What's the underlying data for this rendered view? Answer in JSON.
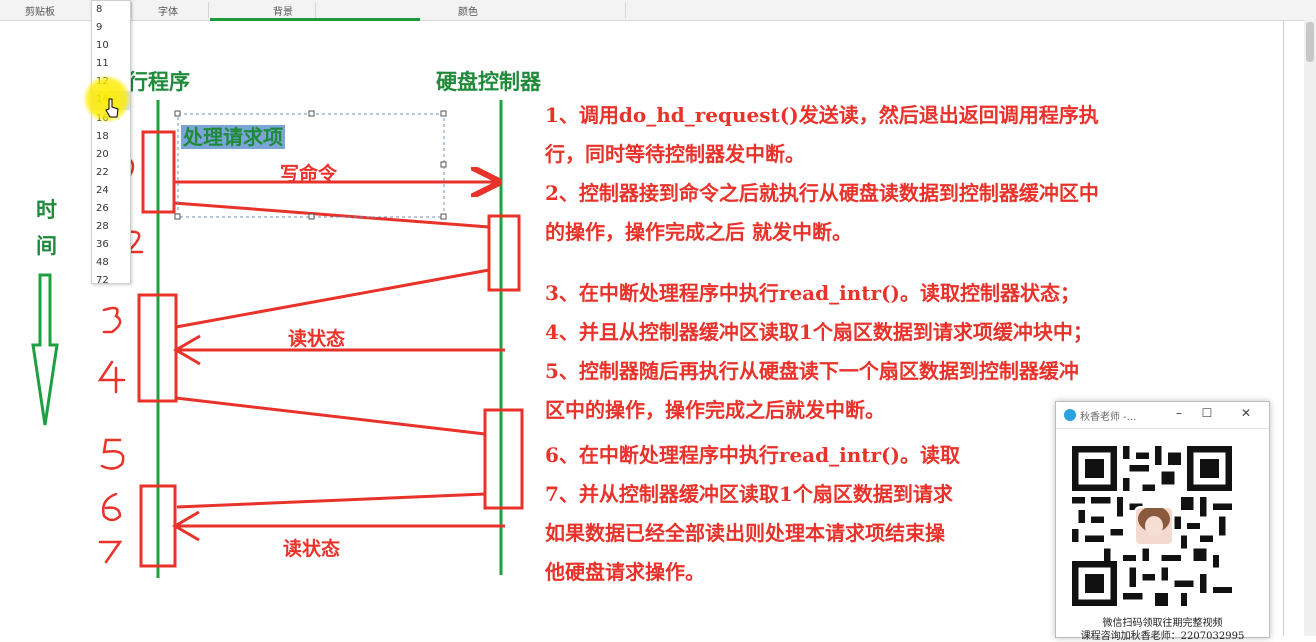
{
  "ribbon": {
    "groups": [
      "剪贴板",
      "字体",
      "背景",
      "颜色"
    ]
  },
  "font_sizes": [
    "8",
    "9",
    "10",
    "11",
    "12",
    "14",
    "16",
    "18",
    "20",
    "22",
    "24",
    "26",
    "28",
    "36",
    "48",
    "72"
  ],
  "font_size_highlighted": "14",
  "diagram": {
    "left_title_visible": "行程序",
    "right_title": "硬盘控制器",
    "selected_text": "处理请求项",
    "write_cmd": "写命令",
    "read_status_1": "读状态",
    "read_status_2": "读状态",
    "time_label": [
      "时",
      "间"
    ]
  },
  "steps": [
    "1、调用do_hd_request()发送读，然后退出返回调用程序执",
    "行，同时等待控制器发中断。",
    "2、控制器接到命令之后就执行从硬盘读数据到控制器缓冲区中",
    "的操作，操作完成之后 就发中断。",
    "3、在中断处理程序中执行read_intr()。读取控制器状态；",
    "4、并且从控制器缓冲区读取1个扇区数据到请求项缓冲块中；",
    "5、控制器随后再执行从硬盘读下一个扇区数据到控制器缓冲",
    "区中的操作，操作完成之后就发中断。",
    "6、在中断处理程序中执行read_intr()。读取",
    "7、并从控制器缓冲区读取1个扇区数据到请求",
    "如果数据已经全部读出则处理本请求项结束操",
    "他硬盘请求操作。"
  ],
  "popup": {
    "title": "秋香老师 -...",
    "caption1": "微信扫码领取往期完整视频",
    "caption2": "课程咨询加秋香老师：2207032995"
  },
  "colors": {
    "green": "#1f8a3a",
    "red": "#e8322a",
    "selection": "#7aa5d6"
  }
}
